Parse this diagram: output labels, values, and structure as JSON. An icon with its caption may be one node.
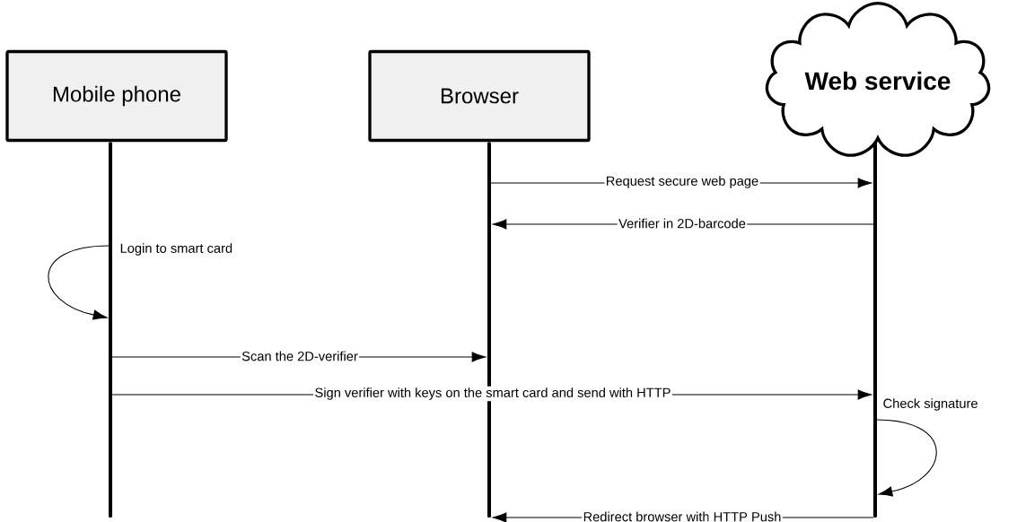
{
  "diagram": {
    "nodes": [
      {
        "text": [
          "Mobile phone"
        ]
      },
      {
        "text": [
          "Browser"
        ]
      },
      {
        "text": [
          "Web service"
        ]
      },
      {
        "text": [],
        "shape": "bar"
      },
      {
        "text": [],
        "shape": "bar"
      },
      {
        "text": [],
        "shape": "bar"
      }
    ],
    "edges": [
      {
        "from": 4,
        "to": 5,
        "arrow": "to",
        "label": "Request secure web page"
      },
      {
        "from": 5,
        "to": 4,
        "arrow": "to",
        "label": "Verifier in 2D-barcode"
      },
      {
        "from": 3,
        "to": 3,
        "arrow": "to",
        "label": "Login to smart card"
      },
      {
        "from": 3,
        "to": 4,
        "arrow": "to",
        "label": "Scan the 2D-verifier"
      },
      {
        "from": 3,
        "to": 5,
        "arrow": "to",
        "label": "Sign verifier with keys on the smart card and send with HTTP"
      },
      {
        "from": 5,
        "to": 5,
        "arrow": "to",
        "label": "Check signature"
      },
      {
        "from": 5,
        "to": 4,
        "arrow": "to",
        "label": "Redirect browser with HTTP Push"
      }
    ]
  }
}
